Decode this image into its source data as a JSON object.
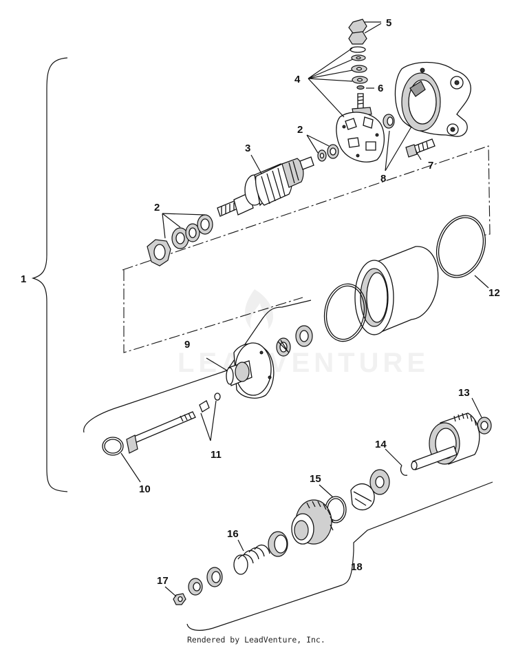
{
  "watermark": "LEADVENTURE",
  "callouts": {
    "c1": "1",
    "c2a": "2",
    "c2b": "2",
    "c3": "3",
    "c4": "4",
    "c5": "5",
    "c6": "6",
    "c7": "7",
    "c8": "8",
    "c9": "9",
    "c10": "10",
    "c11": "11",
    "c12": "12",
    "c13": "13",
    "c14": "14",
    "c15": "15",
    "c16": "16",
    "c17": "17",
    "c18": "18"
  },
  "footer": "Rendered by LeadVenture, Inc."
}
